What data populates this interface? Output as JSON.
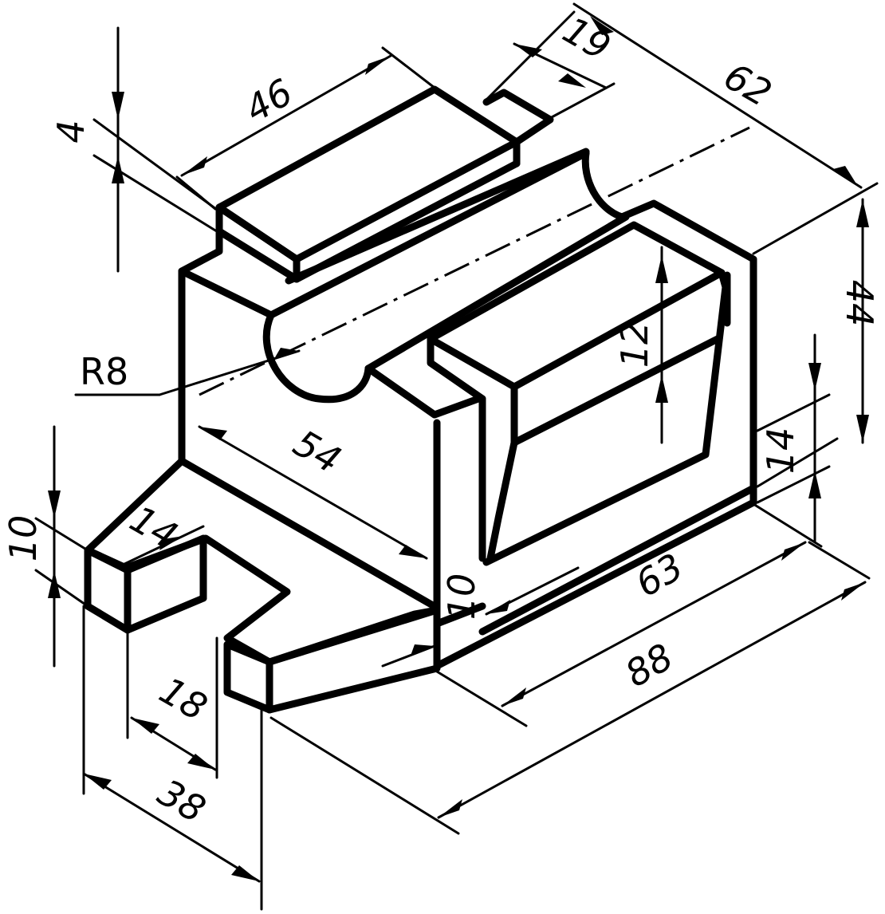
{
  "dimensions": {
    "d46": "46",
    "d19": "19",
    "d62": "62",
    "d4": "4",
    "d44": "44",
    "dR8": "R8",
    "d12": "12",
    "d54": "54",
    "d14": "14",
    "d10_left": "10",
    "d14_boss": "14",
    "d10_center": "10",
    "d63": "63",
    "d88": "88",
    "d18": "18",
    "d38": "38"
  },
  "colors": {
    "line": "#000000",
    "background": "#ffffff"
  }
}
